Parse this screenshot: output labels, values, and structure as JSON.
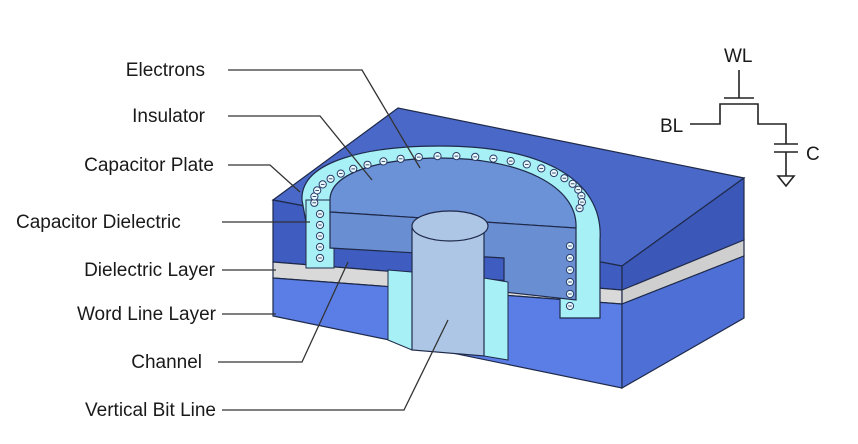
{
  "labels": {
    "electrons": "Electrons",
    "insulator": "Insulator",
    "capacitor_plate": "Capacitor Plate",
    "capacitor_dielectric": "Capacitor Dielectric",
    "dielectric_layer": "Dielectric Layer",
    "word_line_layer": "Word Line Layer",
    "channel": "Channel",
    "vertical_bit_line": "Vertical Bit Line"
  },
  "circuit": {
    "wl": "WL",
    "bl": "BL",
    "c": "C"
  },
  "colors": {
    "plate_top": "#4a68c8",
    "plate_side": "#3f5cc0",
    "insulator": "#6b91d6",
    "capacitor_dielectric": "#a6f0f6",
    "channel": "#aec6e6",
    "dielectric_layer": "#d9d9d9",
    "word_line": "#5a7ee6",
    "electron": "#e9fbfd"
  }
}
